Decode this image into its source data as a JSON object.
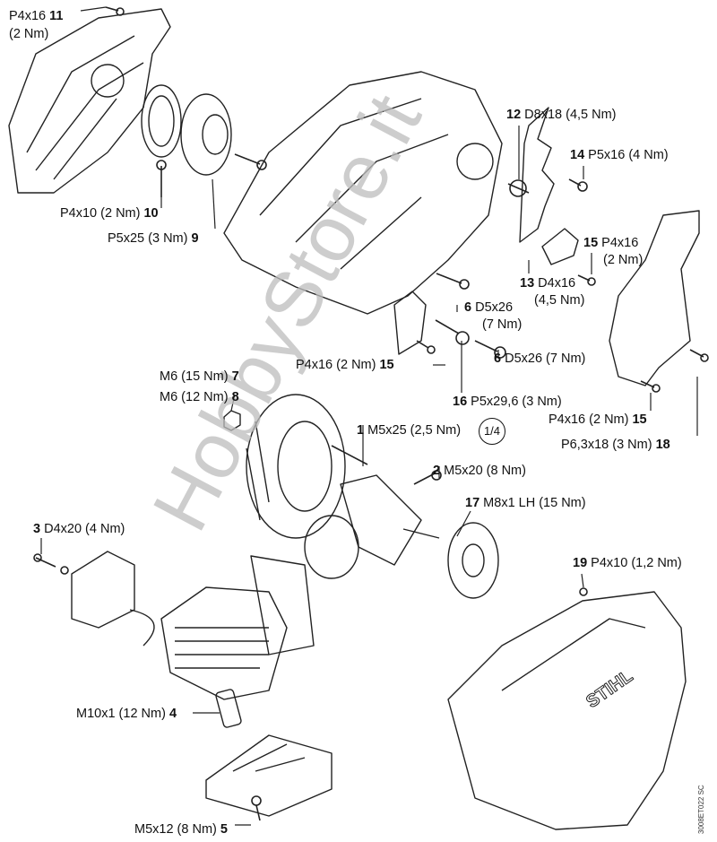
{
  "labels": {
    "l11a": {
      "num": "11",
      "text": "P4x16"
    },
    "l11b": {
      "text": "(2 Nm)"
    },
    "l10": {
      "num": "10",
      "text": "P4x10 (2 Nm)"
    },
    "l9": {
      "num": "9",
      "text": "P5x25 (3 Nm)"
    },
    "l12": {
      "num": "12",
      "text": "D8x18 (4,5 Nm)"
    },
    "l14": {
      "num": "14",
      "text": "P5x16 (4 Nm)"
    },
    "l15a": {
      "num": "15",
      "text": "P4x16"
    },
    "l15a2": {
      "text": "(2 Nm)"
    },
    "l13": {
      "num": "13",
      "text": "D4x16"
    },
    "l13b": {
      "text": "(4,5 Nm)"
    },
    "l6a": {
      "num": "6",
      "text": "D5x26"
    },
    "l6a2": {
      "text": "(7 Nm)"
    },
    "l15b": {
      "num": "15",
      "text": "P4x16 (2 Nm)"
    },
    "l6b": {
      "num": "6",
      "text": "D5x26 (7 Nm)"
    },
    "l16": {
      "num": "16",
      "text": "P5x29,6 (3 Nm)"
    },
    "l7": {
      "num": "7",
      "text": "M6 (15 Nm)"
    },
    "l8": {
      "num": "8",
      "text": "M6 (12 Nm)"
    },
    "l1": {
      "num": "1",
      "text": "M5x25 (2,5 Nm)",
      "turn": "1/4"
    },
    "l15c": {
      "num": "15",
      "text": "P4x16 (2 Nm)"
    },
    "l18": {
      "num": "18",
      "text": "P6,3x18 (3 Nm)"
    },
    "l2": {
      "num": "2",
      "text": "M5x20 (8 Nm)"
    },
    "l17": {
      "num": "17",
      "text": "M8x1 LH (15 Nm)"
    },
    "l3": {
      "num": "3",
      "text": "D4x20 (4 Nm)"
    },
    "l19": {
      "num": "19",
      "text": "P4x10 (1,2 Nm)"
    },
    "l4": {
      "num": "4",
      "text": "M10x1 (12 Nm)"
    },
    "l5": {
      "num": "5",
      "text": "M5x12 (8 Nm)"
    }
  },
  "drawing_code": "3008ET022 SC",
  "watermark": "HobbyStore.it",
  "brand_logo": "STIHL",
  "colors": {
    "line": "#111111",
    "watermark": "#bdbdbd"
  }
}
